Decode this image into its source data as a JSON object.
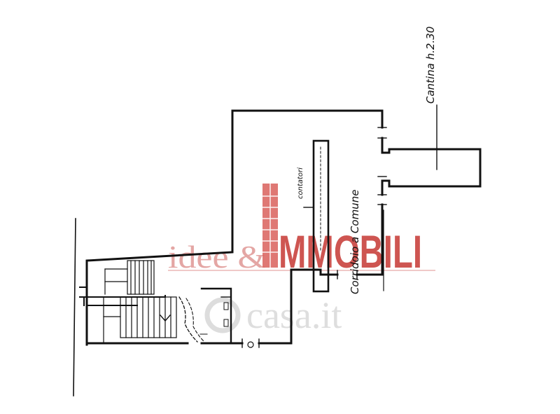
{
  "labels": {
    "cellar": "Cantina h.2.30",
    "corridor": "Corridoio a Comune",
    "meters": "contatori"
  },
  "watermarks": {
    "agency_left": "idee &",
    "agency_right": "MMOBILI",
    "portal": "casa.it"
  },
  "colors": {
    "ink": "#111111",
    "watermark_red": "#c9433f",
    "watermark_grey": "#dcdcdc"
  }
}
